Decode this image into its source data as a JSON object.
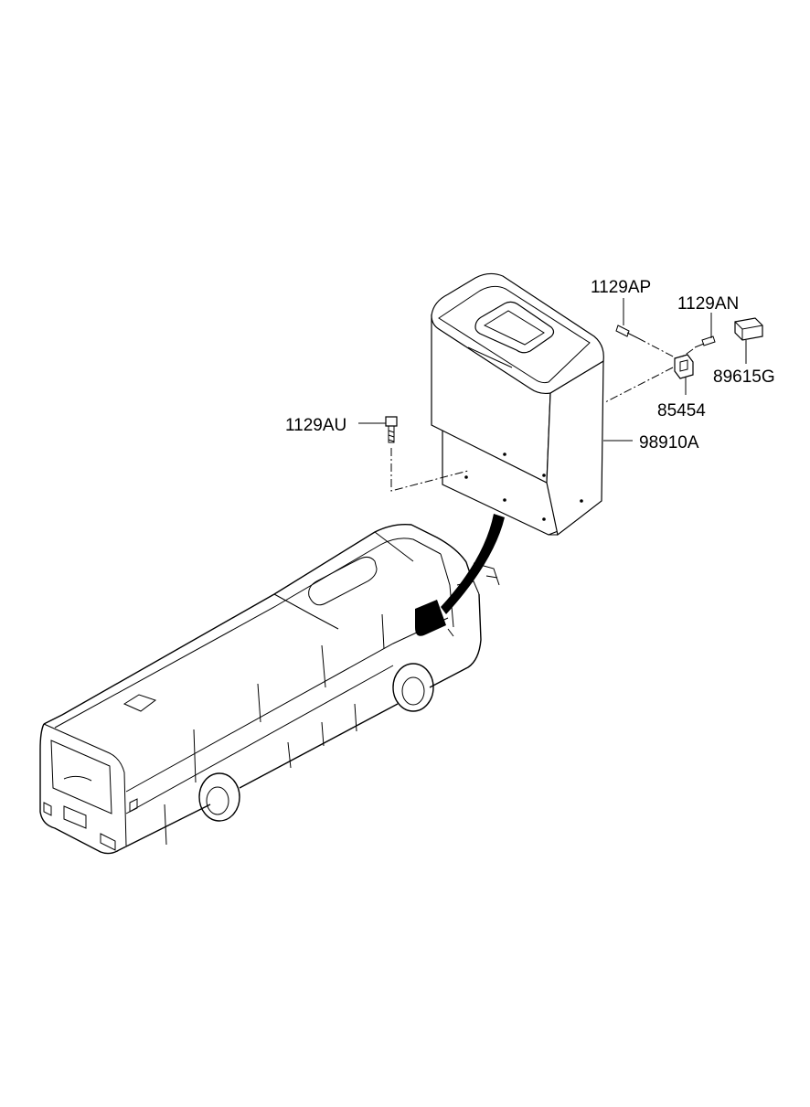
{
  "labels": {
    "p_1129AP": "1129AP",
    "p_1129AN": "1129AN",
    "p_89615G": "89615G",
    "p_85454": "85454",
    "p_1129AU": "1129AU",
    "p_98910A": "98910A"
  }
}
